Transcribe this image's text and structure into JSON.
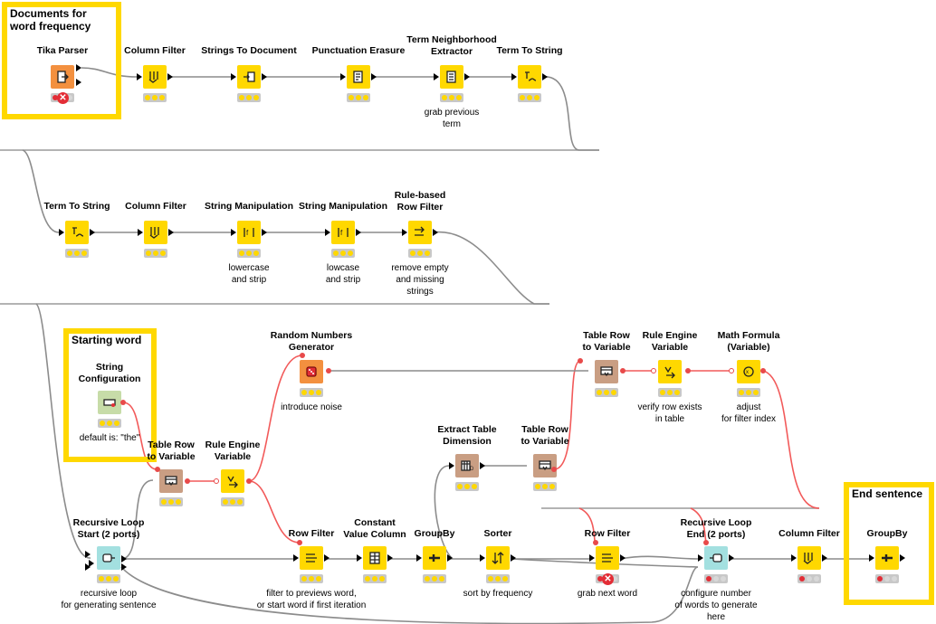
{
  "annotations": [
    {
      "id": "docs",
      "title": "Documents for\nword frequency"
    },
    {
      "id": "start",
      "title": "Starting word"
    },
    {
      "id": "end",
      "title": "End sentence"
    }
  ],
  "nodes": [
    {
      "id": "tika",
      "title": "Tika Parser",
      "comment": "",
      "kind": "source",
      "icon": "file-import-icon",
      "status": "error"
    },
    {
      "id": "cf1",
      "title": "Column Filter",
      "comment": "",
      "kind": "manip",
      "icon": "column-filter-icon",
      "status": "idle"
    },
    {
      "id": "s2d",
      "title": "Strings To Document",
      "comment": "",
      "kind": "manip",
      "icon": "strings-to-document-icon",
      "status": "idle"
    },
    {
      "id": "punct",
      "title": "Punctuation Erasure",
      "comment": "",
      "kind": "manip",
      "icon": "punctuation-erasure-icon",
      "status": "idle"
    },
    {
      "id": "tne",
      "title": "Term Neighborhood\nExtractor",
      "comment": "grab previous\nterm",
      "kind": "manip",
      "icon": "term-neighborhood-icon",
      "status": "idle"
    },
    {
      "id": "t2s1",
      "title": "Term To String",
      "comment": "",
      "kind": "manip",
      "icon": "term-to-string-icon",
      "status": "idle"
    },
    {
      "id": "t2s2",
      "title": "Term To String",
      "comment": "",
      "kind": "manip",
      "icon": "term-to-string-icon",
      "status": "idle"
    },
    {
      "id": "cf2",
      "title": "Column Filter",
      "comment": "",
      "kind": "manip",
      "icon": "column-filter-icon",
      "status": "idle"
    },
    {
      "id": "sm1",
      "title": "String Manipulation",
      "comment": "lowercase\nand strip",
      "kind": "manip",
      "icon": "string-manipulation-icon",
      "status": "idle"
    },
    {
      "id": "sm2",
      "title": "String Manipulation",
      "comment": "lowcase\nand strip",
      "kind": "manip",
      "icon": "string-manipulation-icon",
      "status": "idle"
    },
    {
      "id": "rbrf",
      "title": "Rule-based\nRow Filter",
      "comment": "remove empty\nand missing\nstrings",
      "kind": "manip",
      "icon": "rule-row-filter-icon",
      "status": "idle"
    },
    {
      "id": "strconf",
      "title": "String\nConfiguration",
      "comment": "default is: \"the\"",
      "kind": "config",
      "icon": "string-config-icon",
      "status": "idle"
    },
    {
      "id": "trv1",
      "title": "Table Row\nto Variable",
      "comment": "",
      "kind": "other",
      "icon": "table-row-to-variable-icon",
      "status": "idle"
    },
    {
      "id": "rev1",
      "title": "Rule Engine\nVariable",
      "comment": "",
      "kind": "manip",
      "icon": "rule-engine-variable-icon",
      "status": "idle"
    },
    {
      "id": "rng",
      "title": "Random Numbers\nGenerator",
      "comment": "introduce noise",
      "kind": "source",
      "icon": "dice-icon",
      "status": "idle"
    },
    {
      "id": "etd",
      "title": "Extract Table\nDimension",
      "comment": "",
      "kind": "other",
      "icon": "table-dimension-icon",
      "status": "idle"
    },
    {
      "id": "trv2",
      "title": "Table Row\nto Variable",
      "comment": "",
      "kind": "other",
      "icon": "table-row-to-variable-icon",
      "status": "idle"
    },
    {
      "id": "trv3",
      "title": "Table Row\nto Variable",
      "comment": "",
      "kind": "other",
      "icon": "table-row-to-variable-icon",
      "status": "idle"
    },
    {
      "id": "rev2",
      "title": "Rule Engine\nVariable",
      "comment": "verify row exists\nin table",
      "kind": "manip",
      "icon": "rule-engine-variable-icon",
      "status": "idle"
    },
    {
      "id": "mfv",
      "title": "Math Formula\n(Variable)",
      "comment": "adjust\nfor filter index",
      "kind": "manip",
      "icon": "math-formula-icon",
      "status": "idle"
    },
    {
      "id": "rls",
      "title": "Recursive Loop\nStart (2 ports)",
      "comment": "recursive loop\nfor generating sentence",
      "kind": "loop",
      "icon": "loop-start-icon",
      "status": "idle"
    },
    {
      "id": "rf1",
      "title": "Row Filter",
      "comment": "filter to previews word,\nor start word if first iteration",
      "kind": "manip",
      "icon": "row-filter-icon",
      "status": "idle"
    },
    {
      "id": "cvc",
      "title": "Constant\nValue Column",
      "comment": "",
      "kind": "manip",
      "icon": "constant-column-icon",
      "status": "idle"
    },
    {
      "id": "gb1",
      "title": "GroupBy",
      "comment": "",
      "kind": "manip",
      "icon": "groupby-icon",
      "status": "idle"
    },
    {
      "id": "sorter",
      "title": "Sorter",
      "comment": "sort by frequency",
      "kind": "manip",
      "icon": "sorter-icon",
      "status": "idle"
    },
    {
      "id": "rf2",
      "title": "Row Filter",
      "comment": "grab next word",
      "kind": "manip",
      "icon": "row-filter-icon",
      "status": "error"
    },
    {
      "id": "rle",
      "title": "Recursive Loop\nEnd (2 ports)",
      "comment": "configure number\nof words to generate\nhere",
      "kind": "loop",
      "icon": "loop-end-icon",
      "status": "red"
    },
    {
      "id": "cf3",
      "title": "Column Filter",
      "comment": "",
      "kind": "manip",
      "icon": "column-filter-icon",
      "status": "red"
    },
    {
      "id": "gb2",
      "title": "GroupBy",
      "comment": "",
      "kind": "manip",
      "icon": "groupby-icon",
      "status": "red"
    }
  ],
  "colors": {
    "manip": "#ffd800",
    "source": "#f3903f",
    "config": "#c7dca8",
    "other": "#c99e83",
    "loop": "#a3e0e0",
    "annotation": "#ffd800",
    "data_wire": "#8c8c8c",
    "var_wire": "#f25a5a",
    "light_idle": "#ffd800",
    "light_red": "#e32d36",
    "status_bg": "#c8c8c8"
  }
}
